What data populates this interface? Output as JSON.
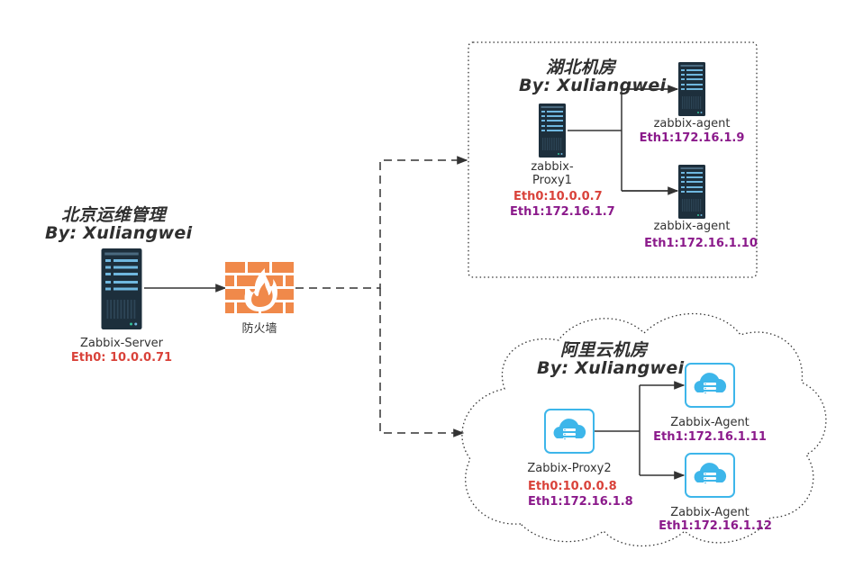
{
  "colors": {
    "title": "#2f2f2f",
    "eth0": "#d9423a",
    "eth1": "#8b1a8b",
    "firewall": "#f0894a",
    "cloud_icon": "#3db6ea",
    "server_dark": "#1d2f3c",
    "line": "#333333"
  },
  "beijing": {
    "title": "北京运维管理",
    "by": "By: Xuliangwei",
    "server": {
      "icon": "server-icon",
      "name": "Zabbix-Server",
      "eth0": "Eth0: 10.0.0.71"
    }
  },
  "firewall": {
    "icon": "firewall-icon",
    "label": "防火墙"
  },
  "hubei": {
    "title": "湖北机房",
    "by": "By: Xuliangwei",
    "proxy": {
      "icon": "server-icon",
      "name_line1": "zabbix-",
      "name_line2": "Proxy1",
      "eth0": "Eth0:10.0.0.7",
      "eth1": "Eth1:172.16.1.7"
    },
    "agents": [
      {
        "icon": "server-icon",
        "name": "zabbix-agent",
        "eth1": "Eth1:172.16.1.9"
      },
      {
        "icon": "server-icon",
        "name": "zabbix-agent",
        "eth1": "Eth1:172.16.1.10"
      }
    ]
  },
  "aliyun": {
    "title": "阿里云机房",
    "by": "By: Xuliangwei",
    "proxy": {
      "icon": "cloud-server-icon",
      "name": "Zabbix-Proxy2",
      "eth0": "Eth0:10.0.0.8",
      "eth1": "Eth1:172.16.1.8"
    },
    "agents": [
      {
        "icon": "cloud-server-icon",
        "name": "Zabbix-Agent",
        "eth1": "Eth1:172.16.1.11"
      },
      {
        "icon": "cloud-server-icon",
        "name": "Zabbix-Agent",
        "eth1": "Eth1:172.16.1.12"
      }
    ]
  }
}
